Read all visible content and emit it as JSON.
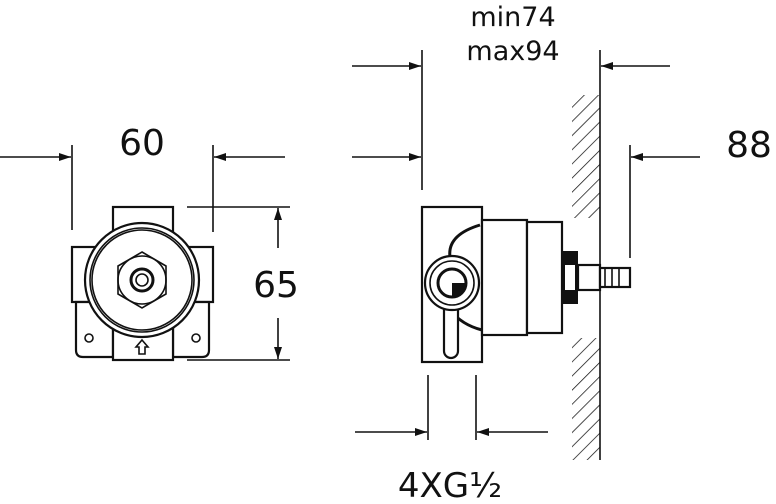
{
  "dimensions": {
    "depth_min": "min74",
    "depth_max": "max94",
    "width": "60",
    "height": "65",
    "projection": "88",
    "connections": "4XG½"
  },
  "colors": {
    "line": "#111111",
    "background": "#ffffff"
  }
}
